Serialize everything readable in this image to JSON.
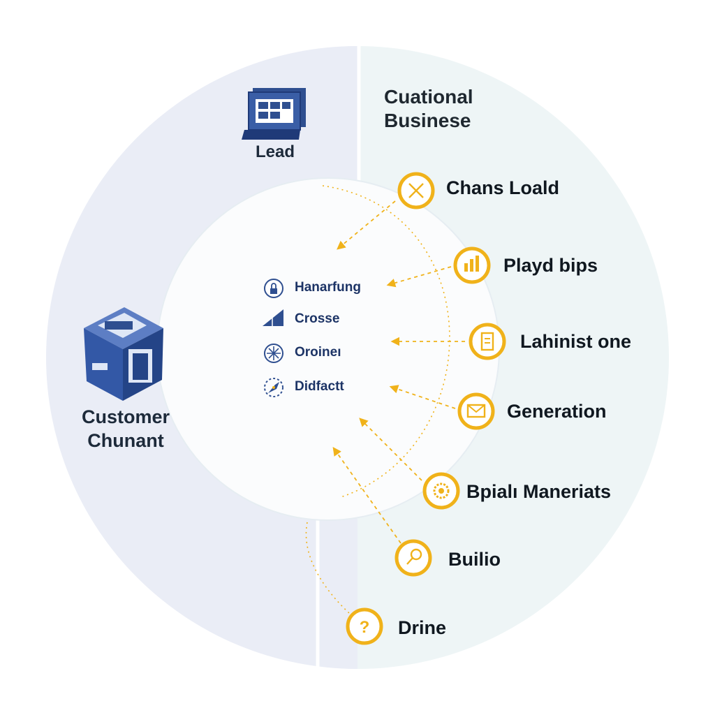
{
  "left_panel": {
    "lead": {
      "label": "Lead",
      "icon": "laptop-icon"
    },
    "customer": {
      "label_lines": [
        "Customer",
        "Chunant"
      ],
      "icon": "box-icon"
    }
  },
  "right_panel": {
    "title_lines": [
      "Cuational",
      "Businese"
    ],
    "items": [
      {
        "label": "Chans Loald",
        "icon": "crossed-arrows-icon"
      },
      {
        "label": "Playd bips",
        "icon": "bar-chart-icon"
      },
      {
        "label": "Lahinist one",
        "icon": "document-icon"
      },
      {
        "label": "Generation",
        "icon": "envelope-icon"
      },
      {
        "label": "Bpialı Maneriats",
        "icon": "gear-icon"
      },
      {
        "label": "Builio",
        "icon": "magnifier-icon"
      },
      {
        "label": "Drine",
        "icon": "question-icon"
      }
    ]
  },
  "center": {
    "items": [
      {
        "label": "Hanarfung",
        "icon": "lock-icon"
      },
      {
        "label": "Crosse",
        "icon": "triangle-icon"
      },
      {
        "label": "Oroineı",
        "icon": "compass-icon"
      },
      {
        "label": "Didfactt",
        "icon": "dashed-compass-icon"
      }
    ]
  },
  "colors": {
    "left_fill": "#eaedf6",
    "right_fill": "#eef5f6",
    "center_fill": "#fbfcfd",
    "accent": "#f0b21a",
    "icon_blue": "#2f4f90",
    "text_dark": "#111a24",
    "center_text": "#1d3466"
  }
}
